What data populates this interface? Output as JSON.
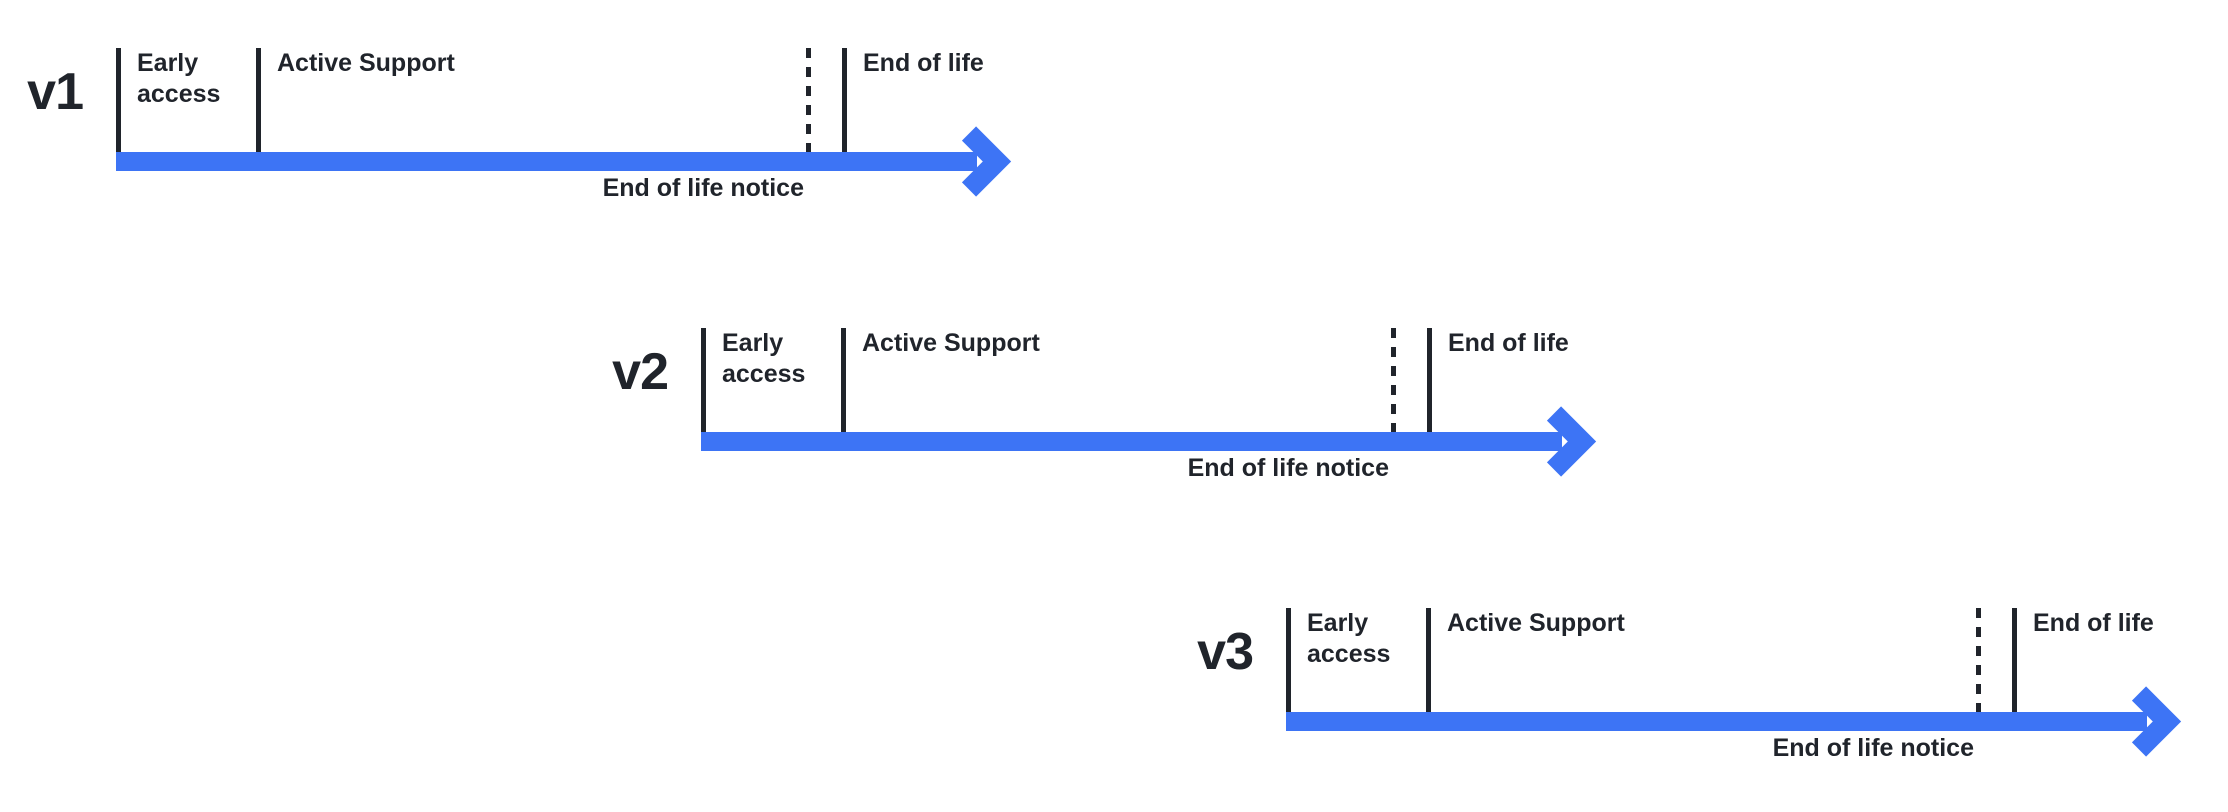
{
  "page": {
    "background": "#ffffff",
    "description": "Version lifecycle timelines"
  },
  "colors": {
    "accent_blue": "#3D74F5",
    "ink": "#20242B"
  },
  "timelines": [
    {
      "version": "v1",
      "labels": {
        "early_access": "Early access",
        "active_support": "Active Support",
        "end_of_life": "End of life",
        "end_of_life_notice": "End of life notice"
      }
    },
    {
      "version": "v2",
      "labels": {
        "early_access": "Early access",
        "active_support": "Active Support",
        "end_of_life": "End of life",
        "end_of_life_notice": "End of life notice"
      }
    },
    {
      "version": "v3",
      "labels": {
        "early_access": "Early access",
        "active_support": "Active Support",
        "end_of_life": "End of life",
        "end_of_life_notice": "End of life notice"
      }
    }
  ]
}
